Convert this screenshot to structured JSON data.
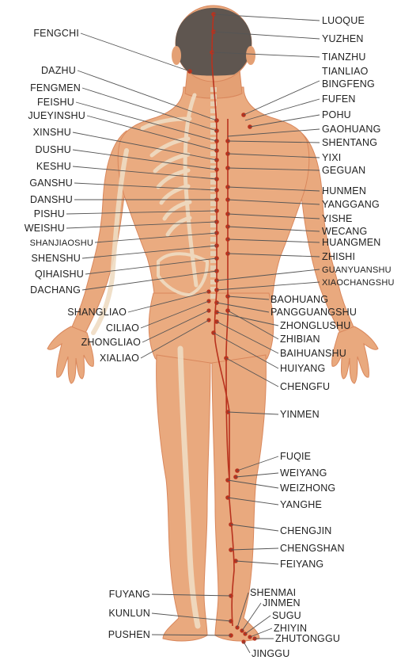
{
  "colors": {
    "skin": "#e9a97e",
    "skin_dark": "#d9875c",
    "hair": "#5f5650",
    "bone": "#efdcc3",
    "meridian": "#b8321e",
    "label": "#222222"
  },
  "labels_left": [
    {
      "id": "fengchi",
      "text": "FENGCHI"
    },
    {
      "id": "dazhu",
      "text": "DAZHU"
    },
    {
      "id": "fengmen",
      "text": "FENGMEN"
    },
    {
      "id": "feishu",
      "text": "FEISHU"
    },
    {
      "id": "jueyinshu",
      "text": "JUEYINSHU"
    },
    {
      "id": "xinshu",
      "text": "XINSHU"
    },
    {
      "id": "dushu",
      "text": "DUSHU"
    },
    {
      "id": "keshu",
      "text": "KESHU"
    },
    {
      "id": "ganshu",
      "text": "GANSHU"
    },
    {
      "id": "danshu",
      "text": "DANSHU"
    },
    {
      "id": "pishu",
      "text": "PISHU"
    },
    {
      "id": "weishu",
      "text": "WEISHU"
    },
    {
      "id": "shanjiaoshu",
      "text": "SHANJIAOSHU"
    },
    {
      "id": "shenshu",
      "text": "SHENSHU"
    },
    {
      "id": "qihaishu",
      "text": "QIHAISHU"
    },
    {
      "id": "dachang",
      "text": "DACHANG"
    },
    {
      "id": "shangliao",
      "text": "SHANGLIAO"
    },
    {
      "id": "ciliao",
      "text": "CILIAO"
    },
    {
      "id": "zhongliao",
      "text": "ZHONGLIAO"
    },
    {
      "id": "xialiao",
      "text": "XIALIAO"
    },
    {
      "id": "fuyang",
      "text": "FUYANG"
    },
    {
      "id": "kunlun",
      "text": "KUNLUN"
    },
    {
      "id": "pushen",
      "text": "PUSHEN"
    }
  ],
  "labels_right": [
    {
      "id": "luoque",
      "text": "LUOQUE"
    },
    {
      "id": "yuzhen",
      "text": "YUZHEN"
    },
    {
      "id": "tianzhu",
      "text": "TIANZHU"
    },
    {
      "id": "tianliao",
      "text": "TIANLIAO"
    },
    {
      "id": "bingfeng",
      "text": "BINGFENG"
    },
    {
      "id": "fufen",
      "text": "FUFEN"
    },
    {
      "id": "pohu",
      "text": "POHU"
    },
    {
      "id": "gaohuang",
      "text": "GAOHUANG"
    },
    {
      "id": "shentang",
      "text": "SHENTANG"
    },
    {
      "id": "yixi",
      "text": "YIXI"
    },
    {
      "id": "geguan",
      "text": "GEGUAN"
    },
    {
      "id": "hunmen",
      "text": "HUNMEN"
    },
    {
      "id": "yanggang",
      "text": "YANGGANG"
    },
    {
      "id": "yishe",
      "text": "YISHE"
    },
    {
      "id": "wecang",
      "text": "WECANG"
    },
    {
      "id": "huangmen",
      "text": "HUANGMEN"
    },
    {
      "id": "zhishi",
      "text": "ZHISHI"
    },
    {
      "id": "guanyuanshu",
      "text": "GUANYUANSHU"
    },
    {
      "id": "xiaochangshu",
      "text": "XIAOCHANGSHU"
    },
    {
      "id": "baohuang",
      "text": "BAOHUANG"
    },
    {
      "id": "pangguangshu",
      "text": "PANGGUANGSHU"
    },
    {
      "id": "zhonglushu",
      "text": "ZHONGLUSHU"
    },
    {
      "id": "zhibian",
      "text": "ZHIBIAN"
    },
    {
      "id": "baihuanshu",
      "text": "BAIHUANSHU"
    },
    {
      "id": "huiyang",
      "text": "HUIYANG"
    },
    {
      "id": "chengfu",
      "text": "CHENGFU"
    },
    {
      "id": "yinmen",
      "text": "YINMEN"
    },
    {
      "id": "fuqie",
      "text": "FUQIE"
    },
    {
      "id": "weiyang",
      "text": "WEIYANG"
    },
    {
      "id": "weizhong",
      "text": "WEIZHONG"
    },
    {
      "id": "yanghe",
      "text": "YANGHE"
    },
    {
      "id": "chengjin",
      "text": "CHENGJIN"
    },
    {
      "id": "chengshan",
      "text": "CHENGSHAN"
    },
    {
      "id": "feiyang",
      "text": "FEIYANG"
    },
    {
      "id": "shenmai",
      "text": "SHENMAI"
    },
    {
      "id": "jinmen",
      "text": "JINMEN"
    },
    {
      "id": "sugu",
      "text": "SUGU"
    },
    {
      "id": "zhiyin",
      "text": "ZHIYIN"
    },
    {
      "id": "zhutonggu",
      "text": "ZHUTONGGU"
    },
    {
      "id": "jinggu",
      "text": "JINGGU"
    }
  ]
}
